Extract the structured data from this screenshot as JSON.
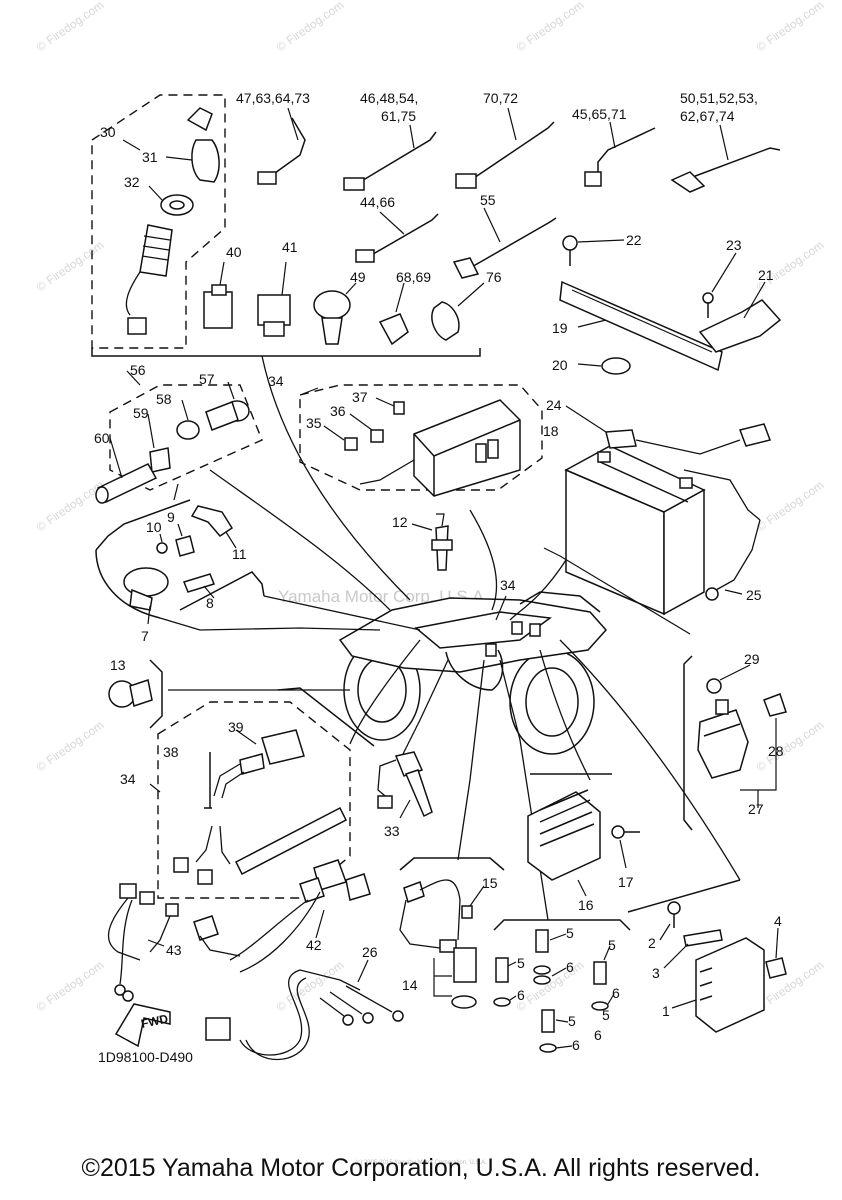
{
  "watermark": "© Firedog.com",
  "center_watermark": "Yamaha Motor Corp. U.S.A.",
  "diagram_code": "1D98100-D490",
  "fwd_label": "FWD",
  "copyright": "©2015 Yamaha Motor Corporation, U.S.A. All rights reserved.",
  "small_note": "(c) 2005-2015 Yamaha Motor Corporation, U.S.A.",
  "labels": {
    "l1": "1",
    "l2": "2",
    "l3": "3",
    "l4": "4",
    "l5a": "5",
    "l5b": "5",
    "l5c": "5",
    "l5d": "5",
    "l5e": "5",
    "l6a": "6",
    "l6b": "6",
    "l6c": "6",
    "l6d": "6",
    "l6e": "6",
    "l7": "7",
    "l8": "8",
    "l9": "9",
    "l10": "10",
    "l11": "11",
    "l12": "12",
    "l13": "13",
    "l14": "14",
    "l15": "15",
    "l16": "16",
    "l17": "17",
    "l18": "18",
    "l19": "19",
    "l20": "20",
    "l21": "21",
    "l22": "22",
    "l23": "23",
    "l24": "24",
    "l25": "25",
    "l26": "26",
    "l27": "27",
    "l28": "28",
    "l29": "29",
    "l30": "30",
    "l31": "31",
    "l32": "32",
    "l33": "33",
    "l34a": "34",
    "l34b": "34",
    "l34c": "34",
    "l35": "35",
    "l36": "36",
    "l37": "37",
    "l38": "38",
    "l39": "39",
    "l40": "40",
    "l41": "41",
    "l42": "42",
    "l43": "43",
    "l49": "49",
    "l55": "55",
    "l56": "56",
    "l57": "57",
    "l58": "58",
    "l59": "59",
    "l60": "60",
    "l76": "76",
    "l4466": "44,66",
    "l6869": "68,69",
    "l47": "47,63,64,73",
    "l46a": "46,48,54,",
    "l46b": "61,75",
    "l7072": "70,72",
    "l4565": "45,65,71",
    "l50a": "50,51,52,53,",
    "l50b": "62,67,74"
  }
}
